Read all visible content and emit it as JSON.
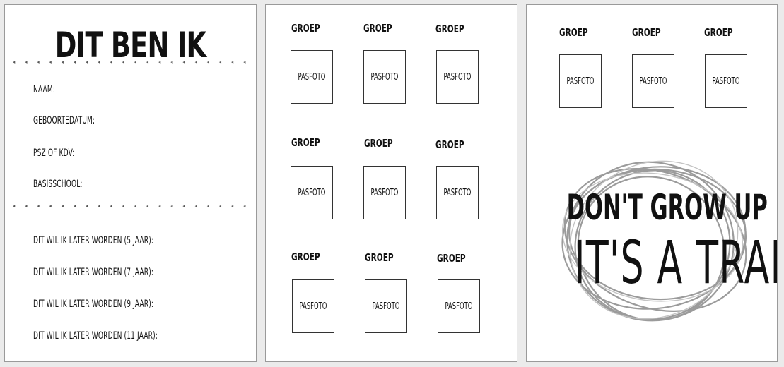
{
  "page1": {
    "title": "DIT BEN IK",
    "divider": "◂ ◂ ◂ ◂ ◂ ◂ ◂ ◂ ◂ ◂ ◂ ◂ ◂ ◂ ◂ ◂ ◂ ◂ ◂ ◂ ◂ ◂ ◂ ◂ ◂ ◂ ◂ ◂ ◂ ◂ ◂ ◂ ◂ ◂ ◂ ◂",
    "fields": [
      "NAAM:",
      "GEBOORTEDATUM:",
      "PSZ OF KDV:",
      "BASISSCHOOL:"
    ],
    "later": [
      "DIT WIL IK LATER WORDEN (5 JAAR):",
      "DIT WIL IK LATER WORDEN (7 JAAR):",
      "DIT WIL IK LATER WORDEN  (9 JAAR):",
      "DIT WIL IK LATER WORDEN (11 JAAR):"
    ]
  },
  "group_label": "GROEP",
  "photo_label": "PASFOTO",
  "page3": {
    "quote_line1": "DON'T GROW UP",
    "quote_line2": "IT'S A TRAP"
  }
}
